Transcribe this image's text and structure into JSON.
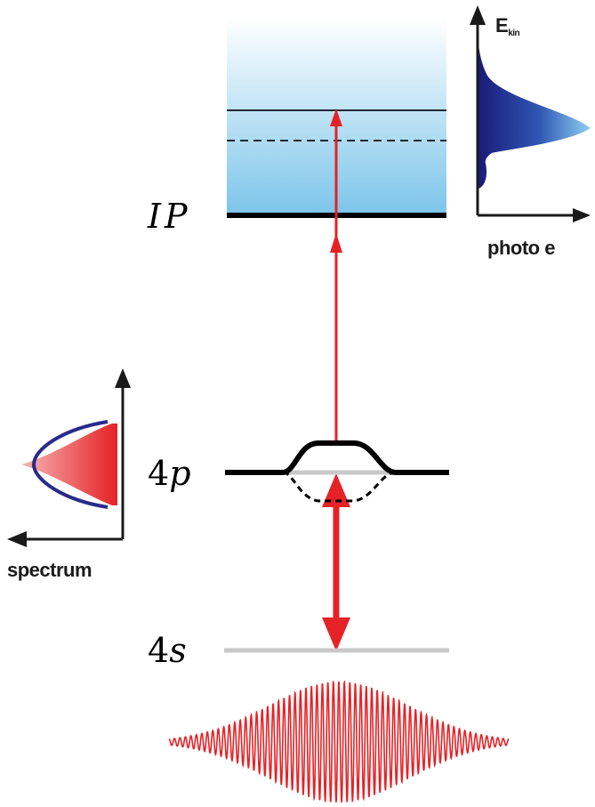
{
  "labels": {
    "ip_prefix": "I",
    "ip_suffix": "P",
    "level_4p_num": "4",
    "level_4p_orb": "p",
    "level_4s_num": "4",
    "level_4s_orb": "s"
  },
  "photoelectron_plot": {
    "y_axis_symbol": "E",
    "y_axis_subscript": "kin",
    "x_axis_label": "photo e"
  },
  "spectrum_plot": {
    "x_axis_label": "spectrum"
  },
  "colors": {
    "laser_red": "#e52226",
    "continuum_top": "#ffffff",
    "continuum_bottom": "#7cc5ea",
    "spectrum_curve": "#2a2a8c",
    "photoelectron_dark": "#1b1a78",
    "photoelectron_light": "#6fb8e6",
    "bound_level_gray": "#c8c8c8"
  }
}
